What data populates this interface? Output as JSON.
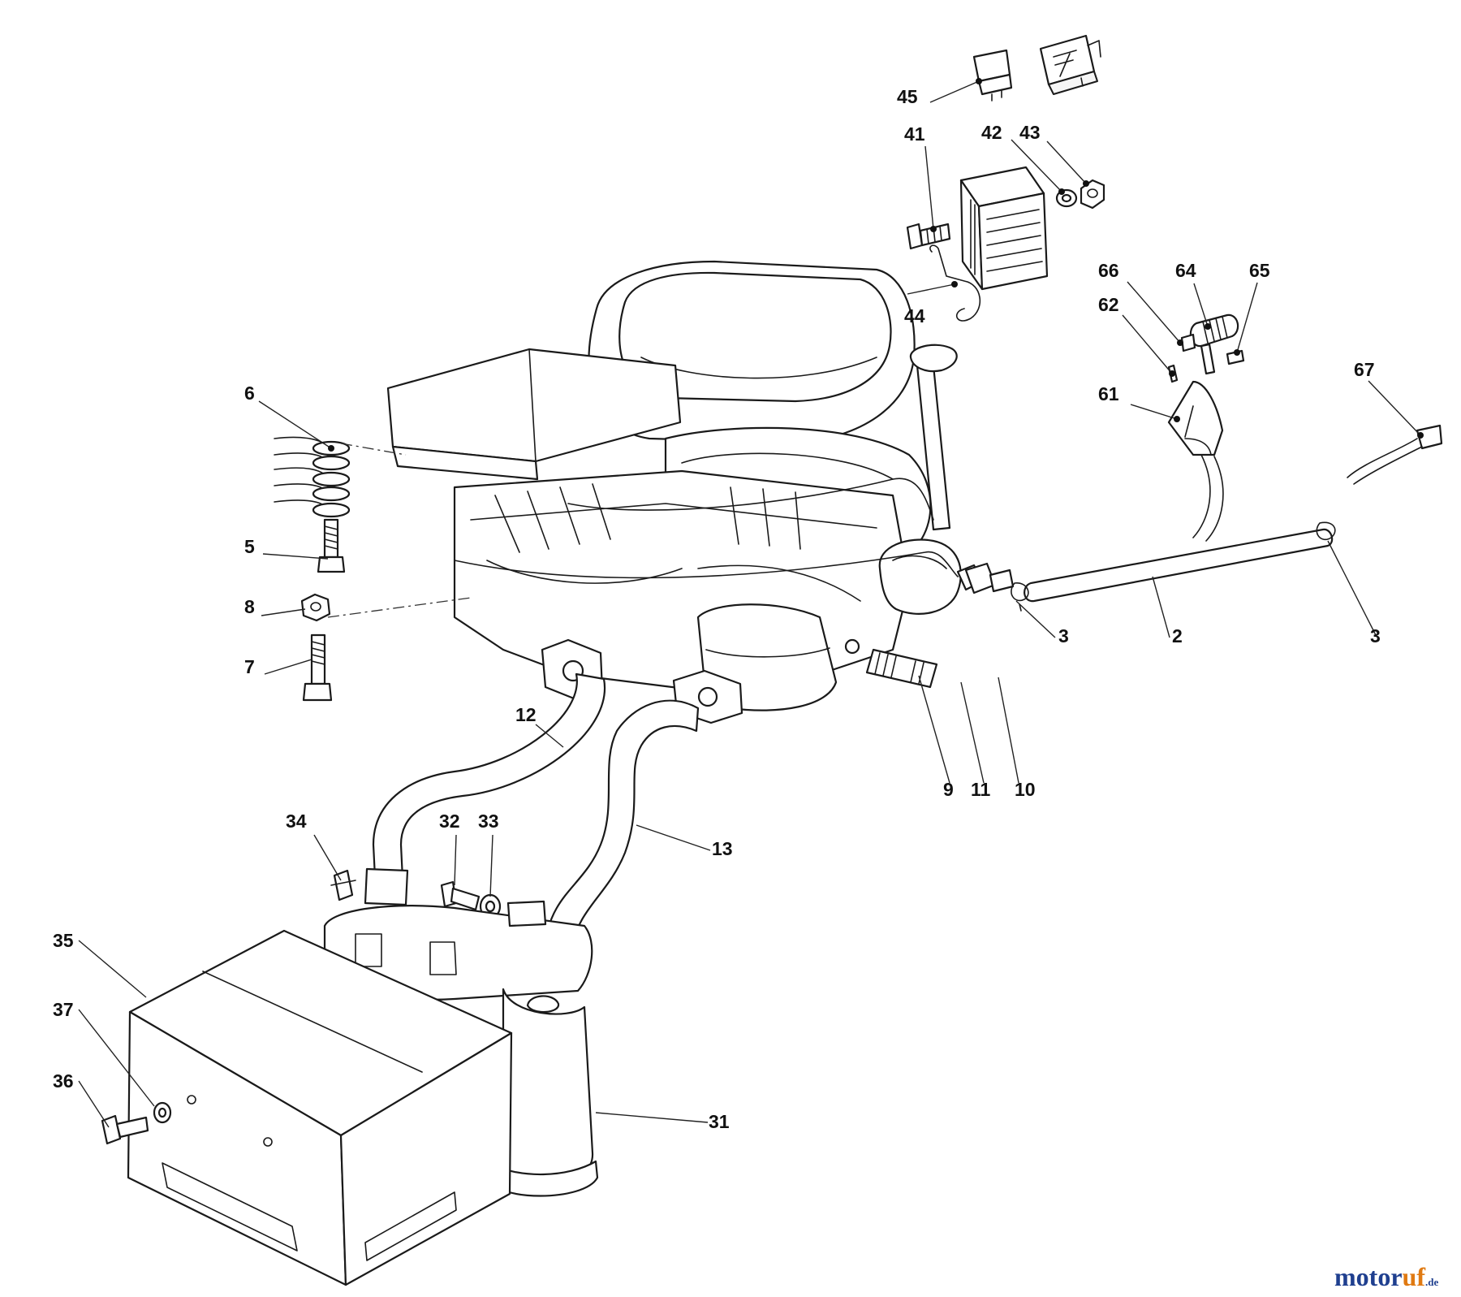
{
  "callouts": {
    "c45": "45",
    "c41": "41",
    "c42": "42",
    "c43": "43",
    "c44": "44",
    "c66": "66",
    "c64": "64",
    "c65": "65",
    "c62": "62",
    "c61": "61",
    "c67": "67",
    "c6": "6",
    "c5": "5",
    "c8": "8",
    "c7": "7",
    "c3a": "3",
    "c2": "2",
    "c3b": "3",
    "c12": "12",
    "c13": "13",
    "c9": "9",
    "c11": "11",
    "c10": "10",
    "c34": "34",
    "c32": "32",
    "c33": "33",
    "c35": "35",
    "c37": "37",
    "c36": "36",
    "c31": "31"
  },
  "watermark": {
    "part_a": "motor",
    "part_b": "uf",
    "part_c": ".de"
  },
  "colors": {
    "line": "#1a1a1a",
    "watermark_blue": "#1f3f8f",
    "watermark_orange": "#e07a12"
  }
}
